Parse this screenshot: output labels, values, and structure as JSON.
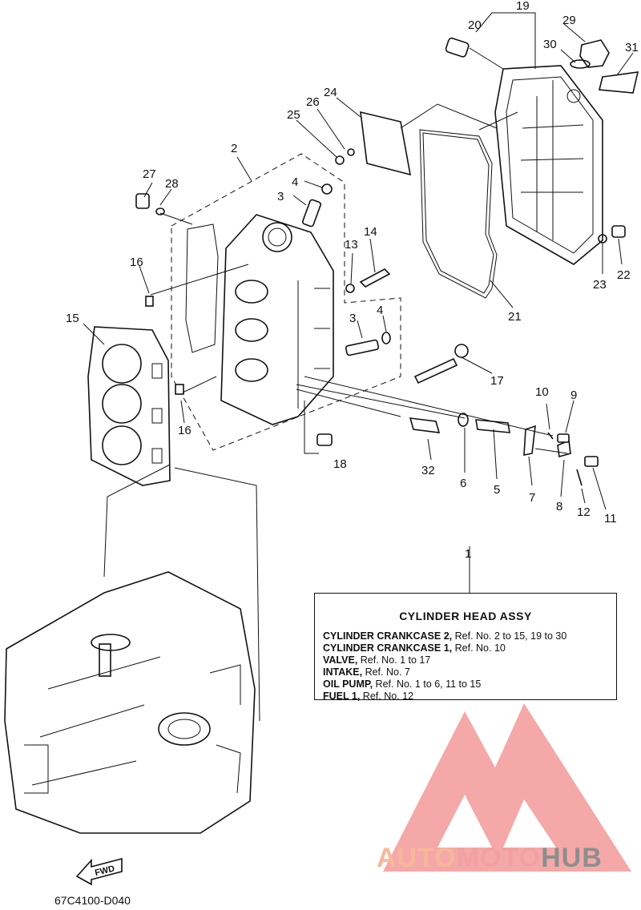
{
  "callouts": [
    {
      "id": "1",
      "label": "1"
    },
    {
      "id": "2",
      "label": "2"
    },
    {
      "id": "3a",
      "label": "3"
    },
    {
      "id": "3b",
      "label": "3"
    },
    {
      "id": "4a",
      "label": "4"
    },
    {
      "id": "4b",
      "label": "4"
    },
    {
      "id": "5",
      "label": "5"
    },
    {
      "id": "6",
      "label": "6"
    },
    {
      "id": "7",
      "label": "7"
    },
    {
      "id": "8",
      "label": "8"
    },
    {
      "id": "9",
      "label": "9"
    },
    {
      "id": "10",
      "label": "10"
    },
    {
      "id": "11",
      "label": "11"
    },
    {
      "id": "12",
      "label": "12"
    },
    {
      "id": "13",
      "label": "13"
    },
    {
      "id": "14",
      "label": "14"
    },
    {
      "id": "15",
      "label": "15"
    },
    {
      "id": "16a",
      "label": "16"
    },
    {
      "id": "16b",
      "label": "16"
    },
    {
      "id": "17",
      "label": "17"
    },
    {
      "id": "18",
      "label": "18"
    },
    {
      "id": "19",
      "label": "19"
    },
    {
      "id": "20",
      "label": "20"
    },
    {
      "id": "21",
      "label": "21"
    },
    {
      "id": "22",
      "label": "22"
    },
    {
      "id": "23",
      "label": "23"
    },
    {
      "id": "24",
      "label": "24"
    },
    {
      "id": "25",
      "label": "25"
    },
    {
      "id": "26",
      "label": "26"
    },
    {
      "id": "27",
      "label": "27"
    },
    {
      "id": "28",
      "label": "28"
    },
    {
      "id": "29",
      "label": "29"
    },
    {
      "id": "30",
      "label": "30"
    },
    {
      "id": "31",
      "label": "31"
    },
    {
      "id": "32",
      "label": "32"
    }
  ],
  "assembly_box": {
    "title": "CYLINDER HEAD ASSY",
    "rows": [
      {
        "name": "CYLINDER CRANKCASE 2,",
        "refs": "Ref. No. 2 to 15, 19 to 30"
      },
      {
        "name": "CYLINDER CRANKCASE 1,",
        "refs": "Ref. No. 10"
      },
      {
        "name": "VALVE,",
        "refs": "Ref. No. 1 to 17"
      },
      {
        "name": "INTAKE,",
        "refs": "Ref. No. 7"
      },
      {
        "name": "OIL PUMP,",
        "refs": "Ref. No. 1 to 6, 11 to 15"
      },
      {
        "name": "FUEL 1,",
        "refs": "Ref. No. 12"
      }
    ]
  },
  "fwd_label": "FWD",
  "diagram_code": "67C4100-D040",
  "logo": {
    "part1": "AUTO",
    "part2": "MOTO",
    "part3": "HUB"
  },
  "colors": {
    "logo_red": "#f4a3a3",
    "logo_orange": "#f7b89a",
    "logo_gray": "#8e8e8e",
    "ink": "#111111"
  }
}
